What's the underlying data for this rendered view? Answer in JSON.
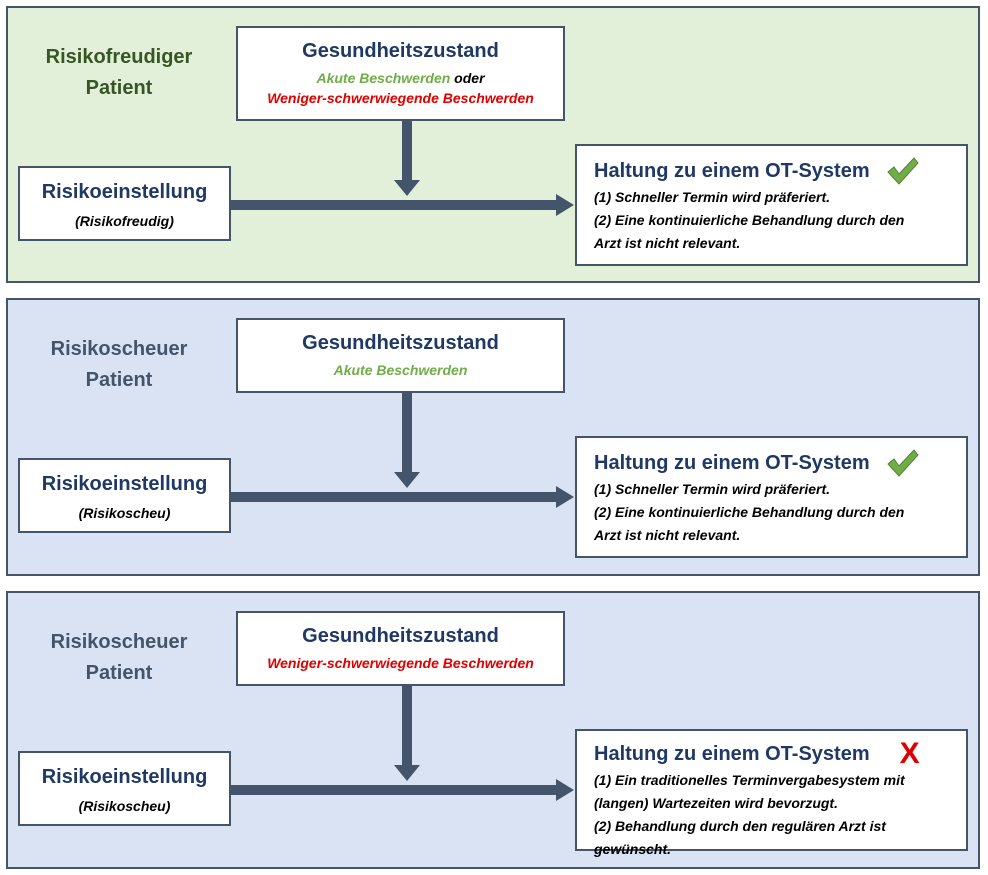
{
  "panels": [
    {
      "patient_label": [
        "Risikofreudiger",
        "Patient"
      ],
      "health": {
        "title": "Gesundheitszustand",
        "line1": [
          {
            "text": "Akute Beschwerden",
            "color": "green"
          },
          {
            "text": " oder",
            "color": "dark"
          }
        ],
        "line2": [
          {
            "text": "Weniger-schwerwiegende Beschwerden",
            "color": "red"
          }
        ]
      },
      "risk": {
        "title": "Risikoeinstellung",
        "sub": "(Risikofreudig)"
      },
      "attitude": {
        "title": "Haltung zu einem OT-System",
        "icon": "check-icon",
        "items": [
          "(1) Schneller Termin wird präferiert.",
          "(2) Eine kontinuierliche Behandlung durch den",
          "Arzt ist nicht relevant."
        ]
      }
    },
    {
      "patient_label": [
        "Risikoscheuer",
        "Patient"
      ],
      "health": {
        "title": "Gesundheitszustand",
        "line1": [
          {
            "text": "Akute Beschwerden",
            "color": "green"
          }
        ],
        "line2": []
      },
      "risk": {
        "title": "Risikoeinstellung",
        "sub": "(Risikoscheu)"
      },
      "attitude": {
        "title": "Haltung zu einem OT-System",
        "icon": "check-icon",
        "items": [
          "(1) Schneller Termin wird präferiert.",
          "(2) Eine kontinuierliche Behandlung durch den",
          "Arzt ist nicht relevant."
        ]
      }
    },
    {
      "patient_label": [
        "Risikoscheuer",
        "Patient"
      ],
      "health": {
        "title": "Gesundheitszustand",
        "line1": [
          {
            "text": "Weniger-schwerwiegende Beschwerden",
            "color": "red"
          }
        ],
        "line2": []
      },
      "risk": {
        "title": "Risikoeinstellung",
        "sub": "(Risikoscheu)"
      },
      "attitude": {
        "title": "Haltung zu einem OT-System",
        "icon": "x-icon",
        "icon_text": "X",
        "items": [
          "(1) Ein traditionelles Terminvergabesystem mit",
          "(langen) Wartezeiten wird bevorzugt.",
          "(2) Behandlung durch den regulären Arzt ist",
          "gewünscht."
        ]
      }
    }
  ],
  "colors": {
    "frame": "#44546a",
    "title": "#1f3864",
    "green_panel": "#e2efd9",
    "blue_panel": "#dae3f3",
    "accent_green": "#70ad47",
    "accent_red": "#e00000"
  }
}
